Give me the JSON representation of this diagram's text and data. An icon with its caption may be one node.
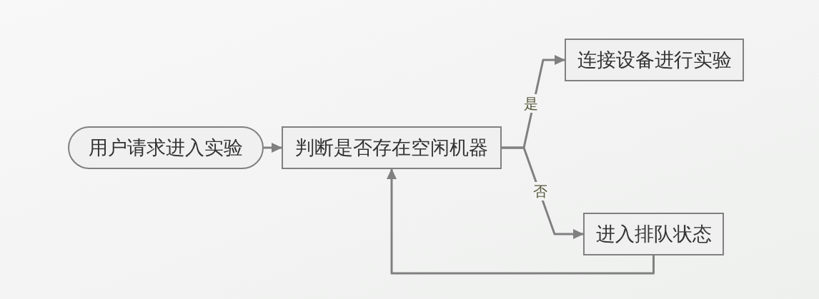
{
  "diagram": {
    "nodes": [
      {
        "text": [
          "用户请求进入实验"
        ]
      },
      {
        "text": [
          "判断是否存在空闲机器"
        ]
      },
      {
        "text": [
          "连接设备进行实验"
        ]
      },
      {
        "text": [
          "进入排队状态"
        ]
      }
    ],
    "edges": [
      {
        "from": 0,
        "to": 1,
        "arrow": "to"
      },
      {
        "from": 1,
        "to": 2,
        "arrow": "to",
        "label": "是"
      },
      {
        "from": 1,
        "to": 3,
        "arrow": "to",
        "label": "否"
      },
      {
        "from": 3,
        "to": 1,
        "arrow": "to"
      }
    ]
  }
}
